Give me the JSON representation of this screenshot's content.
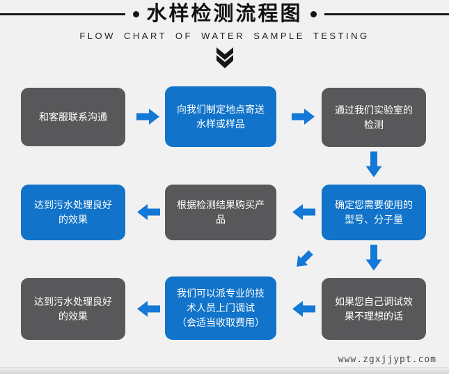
{
  "header": {
    "title": "水样检测流程图",
    "subtitle": "FLOW CHART OF WATER SAMPLE TESTING"
  },
  "steps": [
    {
      "id": 1,
      "row": 1,
      "col": 1,
      "color": "gray",
      "text": "和客服联系沟通"
    },
    {
      "id": 2,
      "row": 1,
      "col": 2,
      "color": "blue",
      "text": "向我们制定地点寄送水样或样品"
    },
    {
      "id": 3,
      "row": 1,
      "col": 3,
      "color": "gray",
      "text": "通过我们实验室的检测"
    },
    {
      "id": 4,
      "row": 2,
      "col": 3,
      "color": "blue",
      "text": "确定您需要使用的型号、分子量"
    },
    {
      "id": 5,
      "row": 2,
      "col": 2,
      "color": "gray",
      "text": "根据检测结果购买产品"
    },
    {
      "id": 6,
      "row": 2,
      "col": 1,
      "color": "blue",
      "text": "达到污水处理良好的效果"
    },
    {
      "id": 7,
      "row": 3,
      "col": 3,
      "color": "gray",
      "text": "如果您自己调试效果不理想的话"
    },
    {
      "id": 8,
      "row": 3,
      "col": 2,
      "color": "blue",
      "text": "我们可以派专业的技术人员上门调试\n（会适当收取费用）"
    },
    {
      "id": 9,
      "row": 3,
      "col": 1,
      "color": "gray",
      "text": "达到污水处理良好的效果"
    }
  ],
  "connections": [
    {
      "from": 1,
      "to": 2,
      "direction": "right"
    },
    {
      "from": 2,
      "to": 3,
      "direction": "right"
    },
    {
      "from": 3,
      "to": 4,
      "direction": "down"
    },
    {
      "from": 4,
      "to": 5,
      "direction": "left"
    },
    {
      "from": 5,
      "to": 6,
      "direction": "left"
    },
    {
      "from": 4,
      "to": 7,
      "direction": "down"
    },
    {
      "from": 4,
      "to": 8,
      "direction": "down-left"
    },
    {
      "from": 7,
      "to": 8,
      "direction": "left"
    },
    {
      "from": 8,
      "to": 9,
      "direction": "left"
    }
  ],
  "colors": {
    "box_blue": "#1173c9",
    "box_gray": "#58585a",
    "arrow_blue": "#1478d6",
    "ink": "#161616",
    "background": "#f1f1f2"
  },
  "watermark": "www.zgxjjypt.com"
}
